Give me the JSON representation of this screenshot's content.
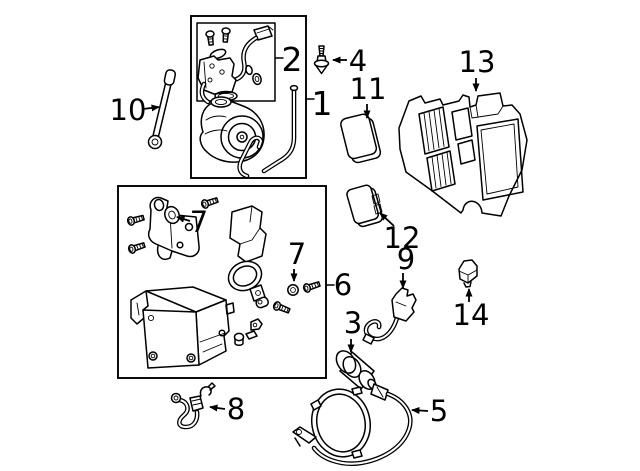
{
  "diagram": {
    "type": "exploded-parts-diagram",
    "colors": {
      "background": "#ffffff",
      "line": "#000000",
      "label": "#000000"
    },
    "callouts": [
      {
        "id": "callout-1",
        "label": "1"
      },
      {
        "id": "callout-2",
        "label": "2"
      },
      {
        "id": "callout-3",
        "label": "3"
      },
      {
        "id": "callout-4",
        "label": "4"
      },
      {
        "id": "callout-5",
        "label": "5"
      },
      {
        "id": "callout-6",
        "label": "6"
      },
      {
        "id": "callout-7a",
        "label": "7"
      },
      {
        "id": "callout-7b",
        "label": "7"
      },
      {
        "id": "callout-8",
        "label": "8"
      },
      {
        "id": "callout-9",
        "label": "9"
      },
      {
        "id": "callout-10",
        "label": "10"
      },
      {
        "id": "callout-11",
        "label": "11"
      },
      {
        "id": "callout-12",
        "label": "12"
      },
      {
        "id": "callout-13",
        "label": "13"
      },
      {
        "id": "callout-14",
        "label": "14"
      }
    ]
  }
}
